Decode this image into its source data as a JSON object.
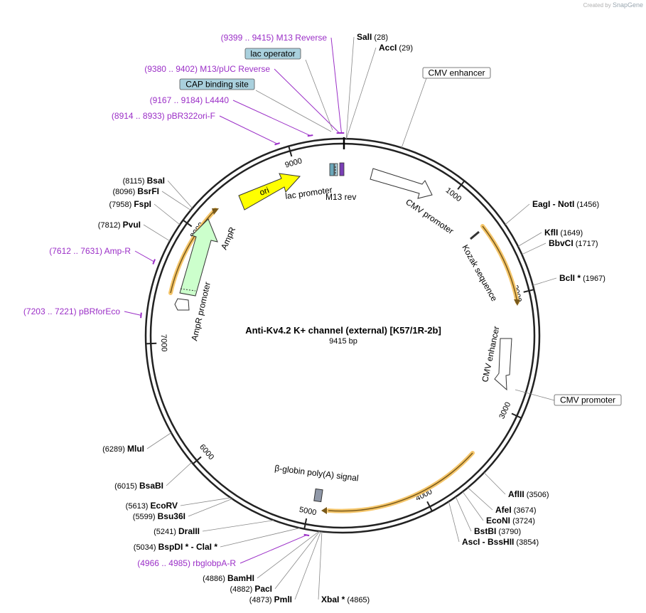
{
  "credit": {
    "prefix": "Created by",
    "brand": "SnapGene"
  },
  "plasmid": {
    "name": "Anti-Kv4.2 K+ channel (external) [K57/1R-2b]",
    "size_label": "9415 bp",
    "length": 9415
  },
  "ticks": [
    "1000",
    "2000",
    "3000",
    "4000",
    "5000",
    "6000",
    "7000",
    "8000",
    "9000"
  ],
  "enzymes": [
    {
      "name": "SalI",
      "pos": "(28)",
      "bp": 28
    },
    {
      "name": "AccI",
      "pos": "(29)",
      "bp": 29
    },
    {
      "name": "EagI  -  NotI",
      "pos": "(1456)",
      "bp": 1456
    },
    {
      "name": "KflI",
      "pos": "(1649)",
      "bp": 1649
    },
    {
      "name": "BbvCI",
      "pos": "(1717)",
      "bp": 1717
    },
    {
      "name": "BclI *",
      "pos": "(1967)",
      "bp": 1967
    },
    {
      "name": "AflII",
      "pos": "(3506)",
      "bp": 3506
    },
    {
      "name": "AfeI",
      "pos": "(3674)",
      "bp": 3674
    },
    {
      "name": "EcoNI",
      "pos": "(3724)",
      "bp": 3724
    },
    {
      "name": "BstBI",
      "pos": "(3790)",
      "bp": 3790
    },
    {
      "name": "AscI  -  BssHII",
      "pos": "(3854)",
      "bp": 3854
    },
    {
      "name": "XbaI *",
      "pos": "(4865)",
      "bp": 4865
    },
    {
      "name": "PmlI",
      "pos": "(4873)",
      "bp": 4873
    },
    {
      "name": "PacI",
      "pos": "(4882)",
      "bp": 4882
    },
    {
      "name": "BamHI",
      "pos": "(4886)",
      "bp": 4886
    },
    {
      "name": "BspDI *  -  ClaI *",
      "pos": "(5034)",
      "bp": 5034
    },
    {
      "name": "DraIII",
      "pos": "(5241)",
      "bp": 5241
    },
    {
      "name": "Bsu36I",
      "pos": "(5599)",
      "bp": 5599
    },
    {
      "name": "EcoRV",
      "pos": "(5613)",
      "bp": 5613
    },
    {
      "name": "BsaBI",
      "pos": "(6015)",
      "bp": 6015
    },
    {
      "name": "MluI",
      "pos": "(6289)",
      "bp": 6289
    },
    {
      "name": "PvuI",
      "pos": "(7812)",
      "bp": 7812
    },
    {
      "name": "FspI",
      "pos": "(7958)",
      "bp": 7958
    },
    {
      "name": "BsrFI",
      "pos": "(8096)",
      "bp": 8096
    },
    {
      "name": "BsaI",
      "pos": "(8115)",
      "bp": 8115
    }
  ],
  "primers": [
    {
      "text": "(9399 .. 9415)  M13 Reverse",
      "bp": 9407
    },
    {
      "text": "(9380 .. 9402)  M13/pUC Reverse",
      "bp": 9391
    },
    {
      "text": "(9167 .. 9184)  L4440",
      "bp": 9175
    },
    {
      "text": "(8914 .. 8933)  pBR322ori-F",
      "bp": 8923
    },
    {
      "text": "(7612 .. 7631)  Amp-R",
      "bp": 7621
    },
    {
      "text": "(7203 .. 7221)  pBRforEco",
      "bp": 7212
    },
    {
      "text": "(4966 .. 4985)  rbglobpA-R",
      "bp": 4975
    }
  ],
  "boxed_features": [
    {
      "text": "lac operator",
      "color": "#a9d0dd"
    },
    {
      "text": "CAP binding site",
      "color": "#a9d0dd"
    },
    {
      "text": "CMV enhancer",
      "color": "#ffffff"
    },
    {
      "text": "CMV promoter",
      "color": "#ffffff"
    }
  ],
  "feature_labels": {
    "lac_promoter": "lac promoter",
    "m13_rev": "M13 rev",
    "ori": "ori",
    "ampr": "AmpR",
    "ampr_promoter": "AmpR promoter",
    "cmv_promoter": "CMV promoter",
    "kozak": "Kozak sequence",
    "cmv_enhancer": "CMV enhancer",
    "beta_globin": "β-globin poly(A) signal"
  },
  "colors": {
    "primer": "#9b2fc7",
    "ori": "#ffff00",
    "ampr": "#ccffcc",
    "orf_highlight": "#f5c66b",
    "lac": "#a9d0dd",
    "m13": "#7a3fb5",
    "polyA": "#9098a8"
  }
}
